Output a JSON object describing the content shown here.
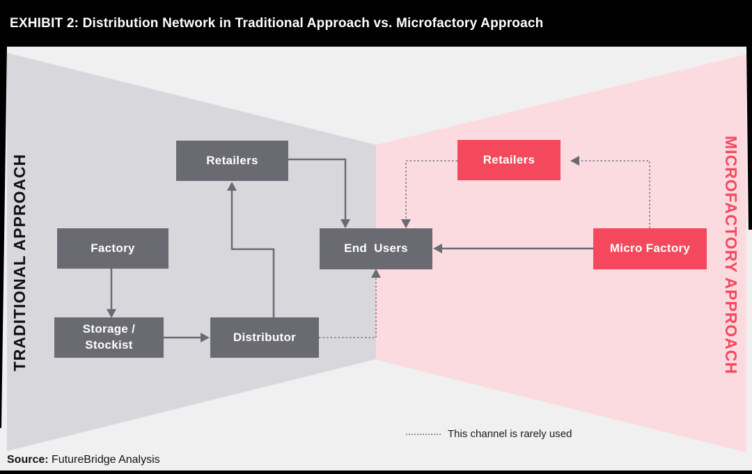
{
  "header": {
    "title": "EXHIBIT 2: Distribution Network in Traditional Approach vs. Microfactory Approach"
  },
  "sides": {
    "traditional_label": "TRADITIONAL APPROACH",
    "microfactory_label": "MICROFACTORY APPROACH"
  },
  "nodes": {
    "retailers_traditional": {
      "label": "Retailers"
    },
    "factory": {
      "label": "Factory"
    },
    "end_users": {
      "label": "End  Users"
    },
    "storage_stockist": {
      "label": "Storage /\nStockist"
    },
    "distributor": {
      "label": "Distributor"
    },
    "retailers_micro": {
      "label": "Retailers"
    },
    "micro_factory": {
      "label": "Micro Factory"
    }
  },
  "connections": [
    {
      "from": "Factory",
      "to": "Storage / Stockist",
      "style": "solid"
    },
    {
      "from": "Storage / Stockist",
      "to": "Distributor",
      "style": "solid"
    },
    {
      "from": "Distributor",
      "to": "Retailers (traditional)",
      "style": "solid"
    },
    {
      "from": "Retailers (traditional)",
      "to": "End Users",
      "style": "solid"
    },
    {
      "from": "Micro Factory",
      "to": "End Users",
      "style": "solid"
    },
    {
      "from": "Distributor",
      "to": "End Users",
      "style": "dotted"
    },
    {
      "from": "Micro Factory",
      "to": "Retailers (microfactory)",
      "style": "dotted"
    },
    {
      "from": "Retailers (microfactory)",
      "to": "End Users",
      "style": "dotted"
    }
  ],
  "legend": {
    "rarely_used_label": "This channel is rarely used"
  },
  "footer": {
    "source_label": "Source:",
    "source_text": "FutureBridge Analysis"
  },
  "colors": {
    "header_bg": "#000000",
    "canvas_bg": "#f0f0f1",
    "traditional_funnel": "#d8d8dc",
    "microfactory_funnel": "#fcdbe0",
    "gray_box": "#6a6a73",
    "red_box": "#f4495c",
    "arrow": "#6a6a73",
    "dotted_line": "#8d8d94"
  }
}
